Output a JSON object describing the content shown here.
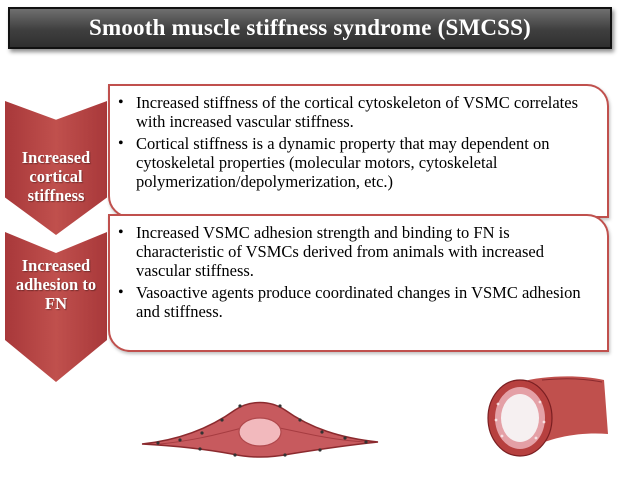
{
  "title": "Smooth muscle stiffness syndrome (SMCSS)",
  "sections": [
    {
      "label": [
        "Increased",
        "cortical",
        "stiffness"
      ],
      "bullets": [
        "Increased stiffness of the cortical cytoskeleton of VSMC correlates with increased vascular stiffness.",
        "Cortical stiffness is a dynamic property that may dependent on cytoskeletal properties (molecular motors, cytoskeletal polymerization/depolymerization, etc.)"
      ]
    },
    {
      "label": [
        "Increased",
        "adhesion to",
        "FN"
      ],
      "bullets": [
        "Increased VSMC adhesion strength and binding to FN is characteristic of VSMCs derived from animals with increased vascular stiffness.",
        "Vasoactive agents produce coordinated changes in VSMC adhesion and stiffness."
      ]
    }
  ],
  "colors": {
    "accent": "#c0504d",
    "title_bg": "#3f3f3f",
    "cell_fill": "#c75a5e",
    "nucleus": "#f2b9bd"
  },
  "illustrations": [
    "smooth-muscle-cell",
    "blood-vessel"
  ]
}
